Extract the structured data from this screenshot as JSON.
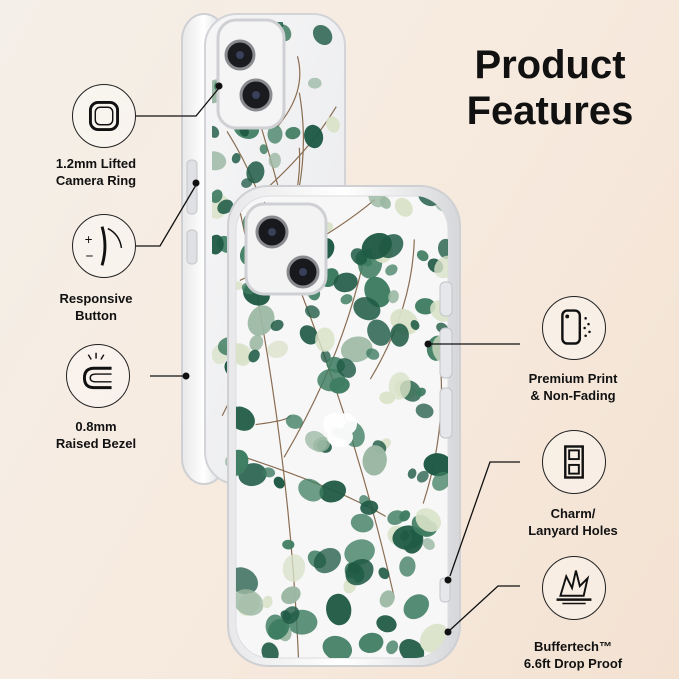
{
  "title": {
    "line1": "Product",
    "line2": "Features"
  },
  "features": [
    {
      "line1": "1.2mm Lifted",
      "line2": "Camera Ring",
      "icon": "camera-ring-icon"
    },
    {
      "line1": "Responsive",
      "line2": "Button",
      "icon": "responsive-button-icon"
    },
    {
      "line1": "0.8mm",
      "line2": "Raised Bezel",
      "icon": "raised-bezel-icon"
    },
    {
      "line1": "Premium Print",
      "line2": "& Non-Fading",
      "icon": "premium-print-icon"
    },
    {
      "line1": "Charm/",
      "line2": "Lanyard Holes",
      "icon": "lanyard-holes-icon"
    },
    {
      "line1": "Buffertech™",
      "line2": "6.6ft Drop Proof",
      "icon": "drop-proof-icon"
    }
  ],
  "colors": {
    "leaf_dark": "#1f5a45",
    "leaf_mid": "#3f7d62",
    "leaf_light": "#9bb8a3",
    "leaf_pale": "#d9e2c8",
    "line": "#111111"
  }
}
